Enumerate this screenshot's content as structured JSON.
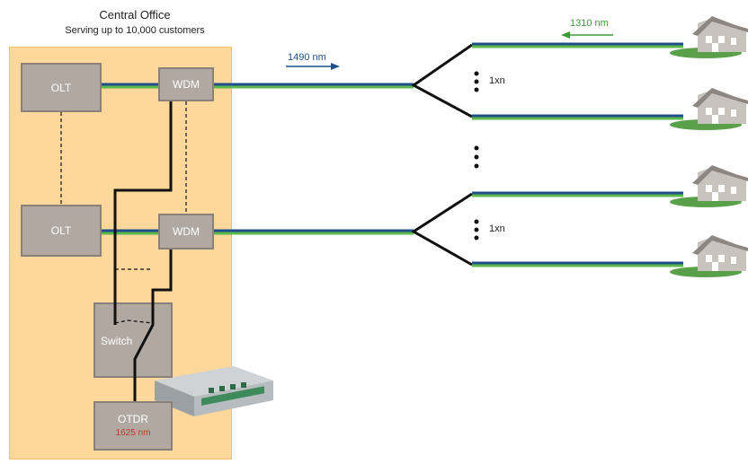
{
  "central_office": {
    "title": "Central Office",
    "subtitle": "Serving up to 10,000 customers"
  },
  "equipment": {
    "olt_top": "OLT",
    "olt_bottom": "OLT",
    "wdm_top": "WDM",
    "wdm_bottom": "WDM",
    "switch": "Switch",
    "otdr": "OTDR",
    "otdr_wavelength": "1625 nm"
  },
  "wavelengths": {
    "downstream": "1490 nm",
    "upstream": "1310 nm"
  },
  "splitters": {
    "top": "1xn",
    "bottom": "1xn"
  },
  "colors": {
    "fiber_blue": "#1f4f8a",
    "fiber_green": "#5bb84a",
    "test_fiber": "#111111",
    "panel": "#fdd89a",
    "box": "#b1a8a1",
    "house_roof": "#8e8681",
    "house_wall": "#c9c3be",
    "lawn": "#5aa04a",
    "upstream_arrow": "#3a9a34",
    "downstream_arrow": "#1f4f8a"
  },
  "icons": {
    "house": "house-icon",
    "otdr_device": "otdr-device-icon"
  }
}
